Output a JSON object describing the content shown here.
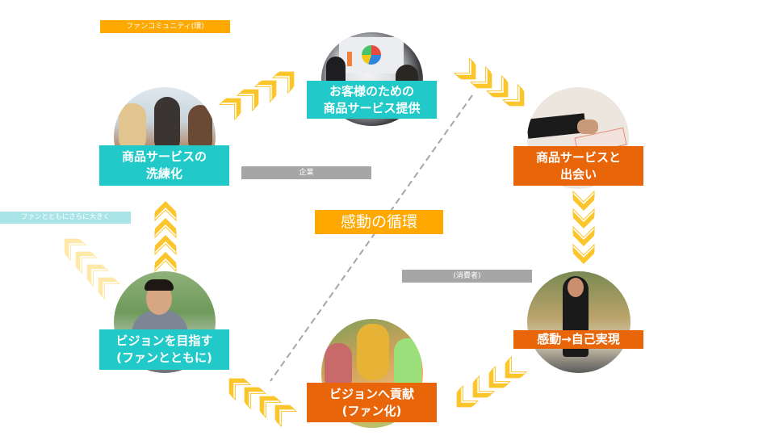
{
  "title": "感動の循環",
  "tags": {
    "fan_community": "ファンコミュニティ(環)",
    "company": "企業",
    "consumer": "(消費者)",
    "fan_grow": "ファンとともにさらに大きく"
  },
  "nodes": [
    {
      "id": "provide",
      "line1": "お客様のための",
      "line2": "商品サービス提供",
      "color": "teal",
      "image": "presentation-photo"
    },
    {
      "id": "encounter",
      "line1": "商品サービスと",
      "line2": "出会い",
      "color": "orange",
      "image": "hand-offering-brochure-photo"
    },
    {
      "id": "self-actualization",
      "line1": "感動→自己実現",
      "line2": "",
      "color": "orange",
      "image": "woman-on-motorcycle-photo"
    },
    {
      "id": "contribute",
      "line1": "ビジョンへ貢献",
      "line2": "(ファン化)",
      "color": "orange",
      "image": "group-hands-together-photo"
    },
    {
      "id": "vision",
      "line1": "ビジョンを目指す",
      "line2": "(ファンとともに)",
      "color": "teal",
      "image": "smiling-businessman-photo"
    },
    {
      "id": "refine",
      "line1": "商品サービスの",
      "line2": "洗練化",
      "color": "teal",
      "image": "team-laughing-photo"
    }
  ],
  "colors": {
    "teal": "#22c9c9",
    "orange": "#e8650a",
    "amber": "#ffa800",
    "chevron": "#fbc52c",
    "chevron_faded": "#ffe9a8",
    "grey": "#a6a6a6"
  },
  "arrows": [
    {
      "from": "refine",
      "to": "provide",
      "direction": "up-right"
    },
    {
      "from": "provide",
      "to": "encounter",
      "direction": "down-right"
    },
    {
      "from": "encounter",
      "to": "self-actualization",
      "direction": "down"
    },
    {
      "from": "self-actualization",
      "to": "contribute",
      "direction": "down-left"
    },
    {
      "from": "contribute",
      "to": "vision",
      "direction": "up-left"
    },
    {
      "from": "vision",
      "to": "refine",
      "direction": "up"
    },
    {
      "from": "vision",
      "to": "outside",
      "direction": "up-left",
      "faded": true
    }
  ]
}
